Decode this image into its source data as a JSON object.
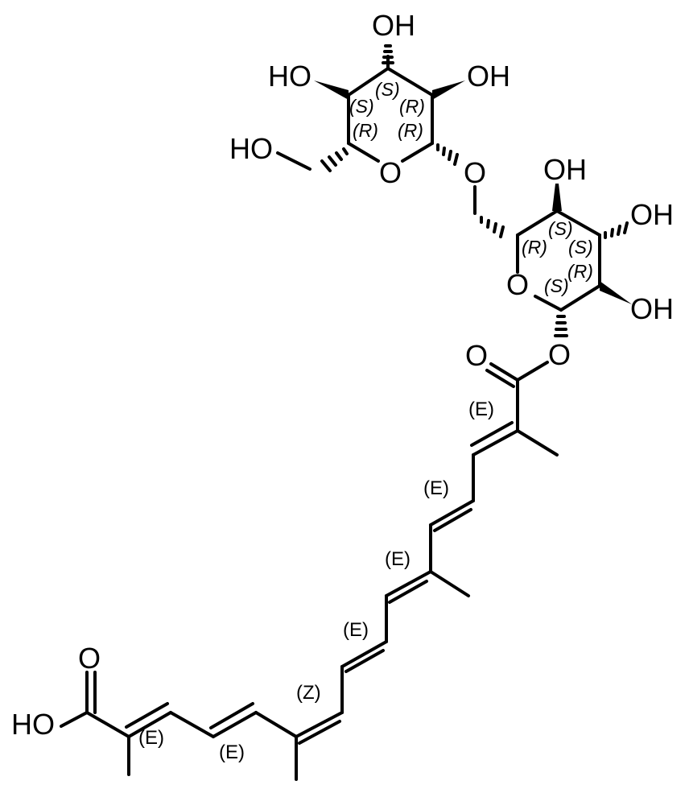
{
  "atoms": {
    "oh_top": "OH",
    "ho_left": "HO",
    "oh_upper_right": "OH",
    "ho_ch2": "HO",
    "o_ring1": "O",
    "o_glyco": "O",
    "oh_r2_top": "OH",
    "oh_r2_right": "OH",
    "o_ring2": "O",
    "oh_r2_lower": "OH",
    "o_carbonyl_upper": "O",
    "o_ester": "O",
    "o_acid": "O",
    "ho_acid": "HO"
  },
  "stereo": {
    "r1_s_top": "(S)",
    "r1_s_left": "(S)",
    "r1_r_right": "(R)",
    "r1_r_left": "(R)",
    "r1_r_bottom": "(R)",
    "r2_s_a": "(S)",
    "r2_r_a": "(R)",
    "r2_s_b": "(S)",
    "r2_r_b": "(R)",
    "r2_s_c": "(S)"
  },
  "geometry_labels": {
    "e1": "(E)",
    "e2": "(E)",
    "e3": "(E)",
    "e4": "(E)",
    "z1": "(Z)",
    "e5": "(E)",
    "e6": "(E)"
  }
}
